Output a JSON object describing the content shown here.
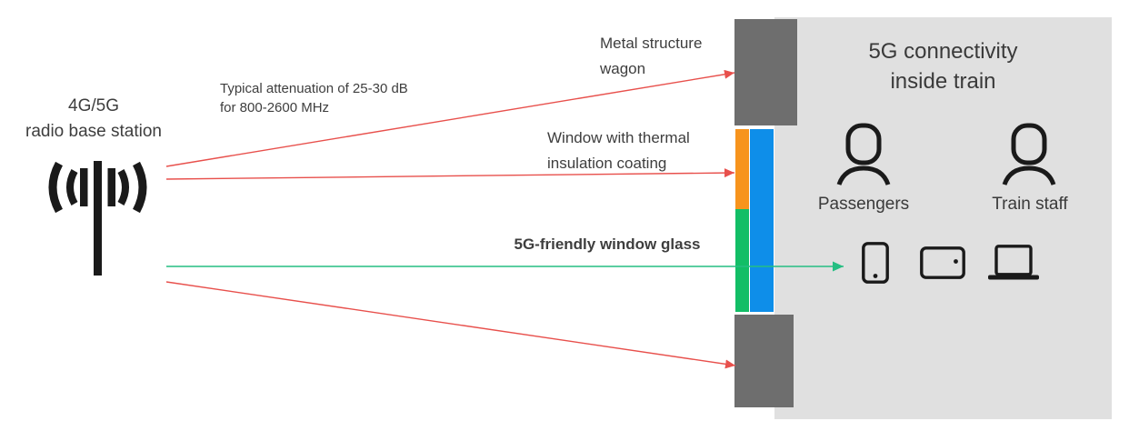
{
  "canvas": {
    "background": "#ffffff"
  },
  "colors": {
    "red_arrow": "#e8504c",
    "green_arrow": "#25be82",
    "wall_dark_gray": "#6e6e6e",
    "train_body_gray": "#e0e0e0",
    "thermal_coating_orange": "#f7941d",
    "window_blue": "#0e8ee9",
    "friendly_glass_green": "#12be66",
    "icon_black": "#1a1a1a",
    "text_dark": "#3e3e3e"
  },
  "base_station": {
    "icon": "cell-tower-icon",
    "line1": "4G/5G",
    "line2": "radio base station"
  },
  "attenuation_note": {
    "line1": "Typical attenuation of 25-30 dB",
    "line2": "for 800-2600 MHz"
  },
  "wall_labels": {
    "metal": {
      "line1": "Metal structure",
      "line2": "wagon"
    },
    "thermal": {
      "line1": "Window with thermal",
      "line2": "insulation coating"
    },
    "glass": {
      "text": "5G-friendly window glass"
    }
  },
  "train": {
    "title_line1": "5G connectivity",
    "title_line2": "inside train",
    "people": [
      {
        "icon": "person-icon",
        "label": "Passengers"
      },
      {
        "icon": "person-icon",
        "label": "Train staff"
      }
    ],
    "devices": [
      {
        "icon": "smartphone-icon"
      },
      {
        "icon": "tablet-icon"
      },
      {
        "icon": "laptop-icon"
      }
    ]
  }
}
